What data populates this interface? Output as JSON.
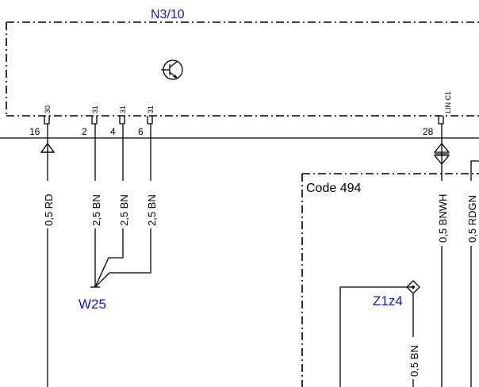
{
  "module": {
    "label": "N3/10"
  },
  "pins": [
    {
      "pin": "16",
      "terminal": "30"
    },
    {
      "pin": "2",
      "terminal": "31"
    },
    {
      "pin": "4",
      "terminal": "31"
    },
    {
      "pin": "6",
      "terminal": "31"
    },
    {
      "pin": "28",
      "terminal": "LIN C1"
    }
  ],
  "wires": [
    {
      "label": "0,5 RD"
    },
    {
      "label": "2,5 BN"
    },
    {
      "label": "2,5 BN"
    },
    {
      "label": "2,5 BN"
    },
    {
      "label": "0,5 BNWH"
    },
    {
      "label": "0,5 RDGN"
    },
    {
      "label": "0,5 BN"
    }
  ],
  "ground": {
    "label": "W25"
  },
  "code_box": {
    "label": "Code 494"
  },
  "connector": {
    "label": "Z1z4"
  },
  "colors": {
    "line": "#000000",
    "label_blue": "#1a1aaa",
    "background": "#ffffff"
  }
}
